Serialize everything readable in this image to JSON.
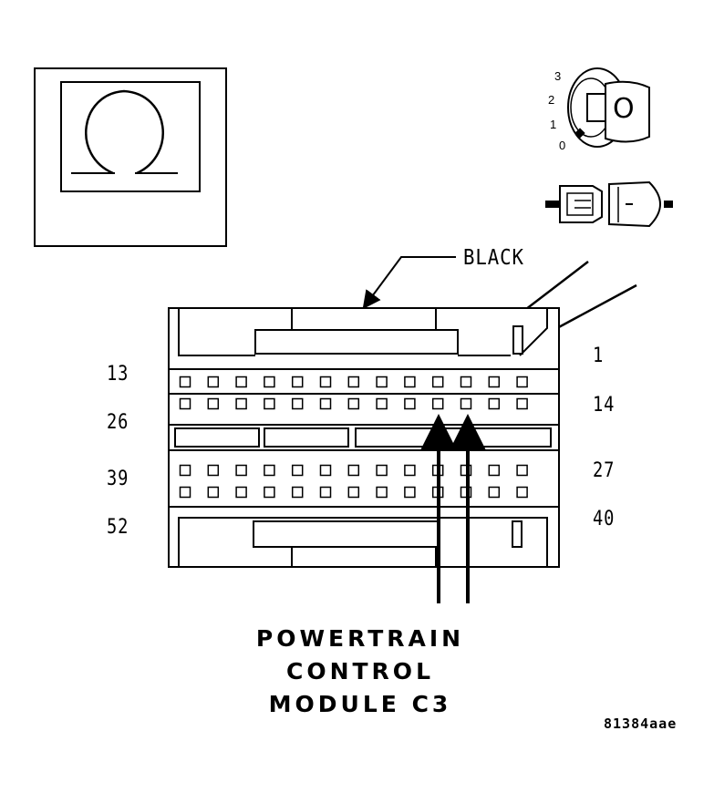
{
  "labels": {
    "wire_color": "BLACK",
    "pins_left": [
      "13",
      "26",
      "39",
      "52"
    ],
    "pins_right": [
      "1",
      "14",
      "27",
      "40"
    ],
    "title_lines": [
      "POWERTRAIN",
      "CONTROL",
      "MODULE C3"
    ],
    "figure_id": "81384aae",
    "ignition_positions": [
      "3",
      "2",
      "1",
      "0"
    ],
    "key_glyph": "O"
  },
  "symbols": {
    "meter": "ohmmeter-omega-icon",
    "ignition": "ignition-key-icon",
    "connector": "disconnected-connector-icon"
  }
}
